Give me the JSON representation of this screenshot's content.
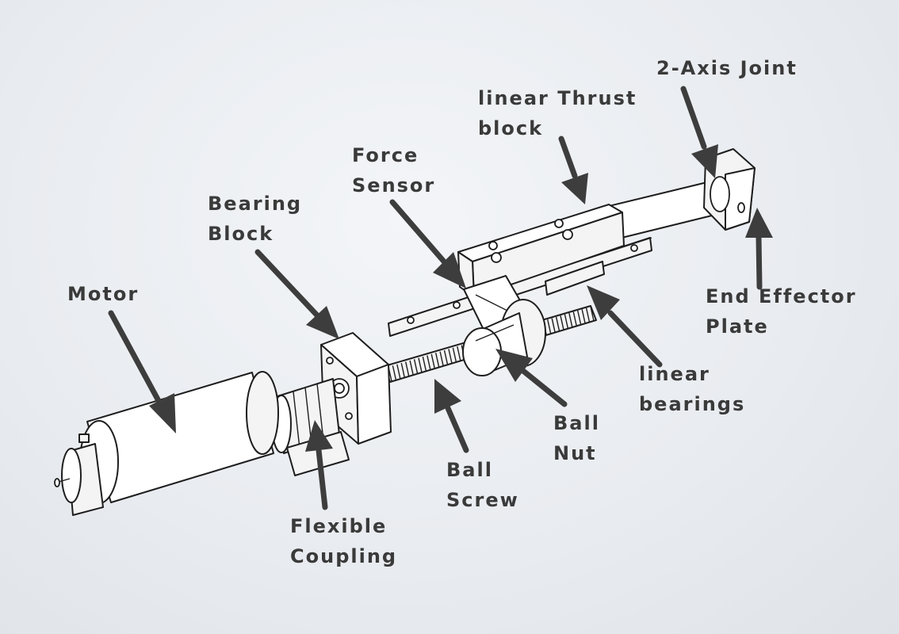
{
  "labels": {
    "motor": [
      "Motor"
    ],
    "bearing_block": [
      "Bearing",
      "Block"
    ],
    "force_sensor": [
      "Force",
      "Sensor"
    ],
    "linear_thrust_block": [
      "linear Thrust",
      "block"
    ],
    "two_axis_joint": [
      "2-Axis Joint"
    ],
    "end_effector_plate": [
      "End Effector",
      "Plate"
    ],
    "linear_bearings": [
      "linear",
      "bearings"
    ],
    "ball_nut": [
      "Ball",
      "Nut"
    ],
    "ball_screw": [
      "Ball",
      "Screw"
    ],
    "flexible_coupling": [
      "Flexible",
      "Coupling"
    ]
  },
  "colors": {
    "label_text": "#3a3a3a",
    "arrow": "#3d3d3d",
    "line_art": "#1e1e1e",
    "background": "#e9ecf0"
  }
}
